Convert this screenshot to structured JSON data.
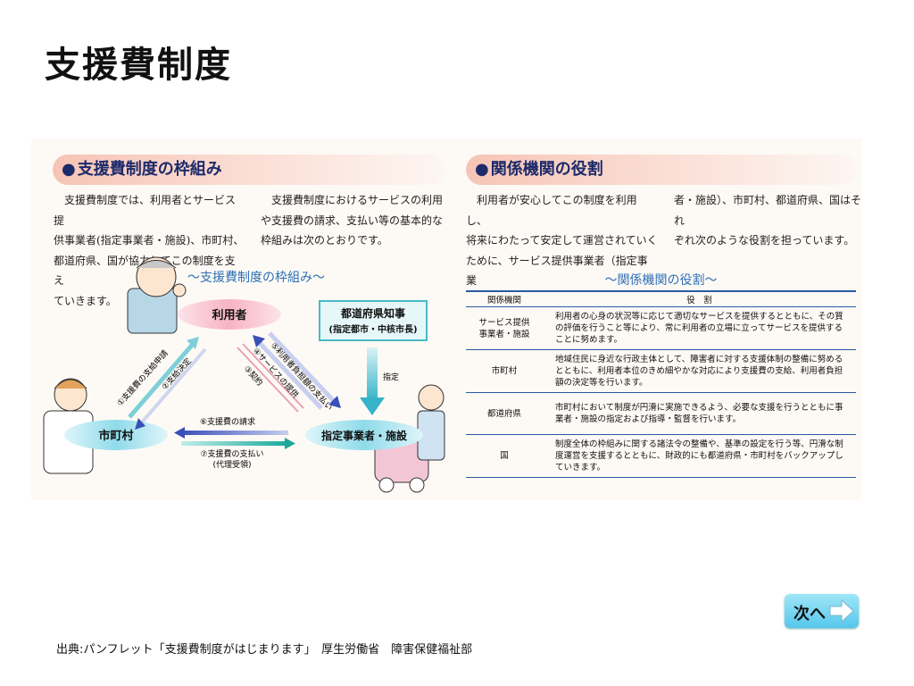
{
  "page": {
    "title": "支援費制度"
  },
  "left_section": {
    "heading": "支援費制度の枠組み",
    "para1": [
      "支援費制度では、利用者とサービス提",
      "供事業者(指定事業者・施設)、市町村、",
      "都道府県、国が協力してこの制度を支え",
      "ていきます。"
    ],
    "para2": [
      "支援費制度におけるサービスの利用",
      "や支援費の請求、支払い等の基本的な",
      "枠組みは次のとおりです。"
    ]
  },
  "diagram": {
    "title": "～支援費制度の枠組み～",
    "nodes": {
      "user": "利用者",
      "city": "市町村",
      "provider": "指定事業者・施設",
      "governor_line1": "都道府県知事",
      "governor_line2": "(指定都市・中核市長)"
    },
    "arrows": {
      "a1": "①支援費の支給申請",
      "a2": "②支給決定",
      "a3": "③契約",
      "a4": "④サービスの提供",
      "a5": "⑤利用者負担額の支払い",
      "a6": "⑥支援費の請求",
      "a7_line1": "⑦支援費の支払い",
      "a7_line2": "(代理受領)",
      "designation": "指定"
    }
  },
  "right_section": {
    "heading": "関係機関の役割",
    "para1": [
      "利用者が安心してこの制度を利用し、",
      "将来にわたって安定して運営されていく",
      "ために、サービス提供事業者（指定事業"
    ],
    "para2": [
      "者・施設）、市町村、都道府県、国はそれ",
      "ぞれ次のような役割を担っています。"
    ]
  },
  "roles_table": {
    "title": "～関係機関の役割～",
    "headers": [
      "関係機関",
      "役　割"
    ],
    "rows": [
      {
        "org": [
          "サービス提供",
          "事業者・施設"
        ],
        "role": "利用者の心身の状況等に応じて適切なサービスを提供するとともに、その質の評価を行うこと等により、常に利用者の立場に立ってサービスを提供することに努めます。"
      },
      {
        "org": [
          "市町村"
        ],
        "role": "地域住民に身近な行政主体として、障害者に対する支援体制の整備に努めるとともに、利用者本位のきめ細やかな対応により支援費の支給、利用者負担額の決定等を行います。"
      },
      {
        "org": [
          "都道府県"
        ],
        "role": "市町村において制度が円滑に実施できるよう、必要な支援を行うとともに事業者・施設の指定および指導・監督を行います。"
      },
      {
        "org": [
          "国"
        ],
        "role": "制度全体の枠組みに関する諸法令の整備や、基準の設定を行う等、円滑な制度運営を支援するとともに、財政的にも都道府県・市町村をバックアップしていきます。"
      }
    ]
  },
  "nav": {
    "next_label": "次へ"
  },
  "footer": {
    "source": "出典:パンフレット「支援費制度がはじまります」　厚生労働省　障害保健福祉部"
  },
  "colors": {
    "heading_text": "#1d2a6b",
    "accent_blue": "#2a5aa5",
    "node_pink": "#f7b3c2",
    "node_cyan": "#7fd6e6",
    "next_button": "#56c7ec"
  }
}
